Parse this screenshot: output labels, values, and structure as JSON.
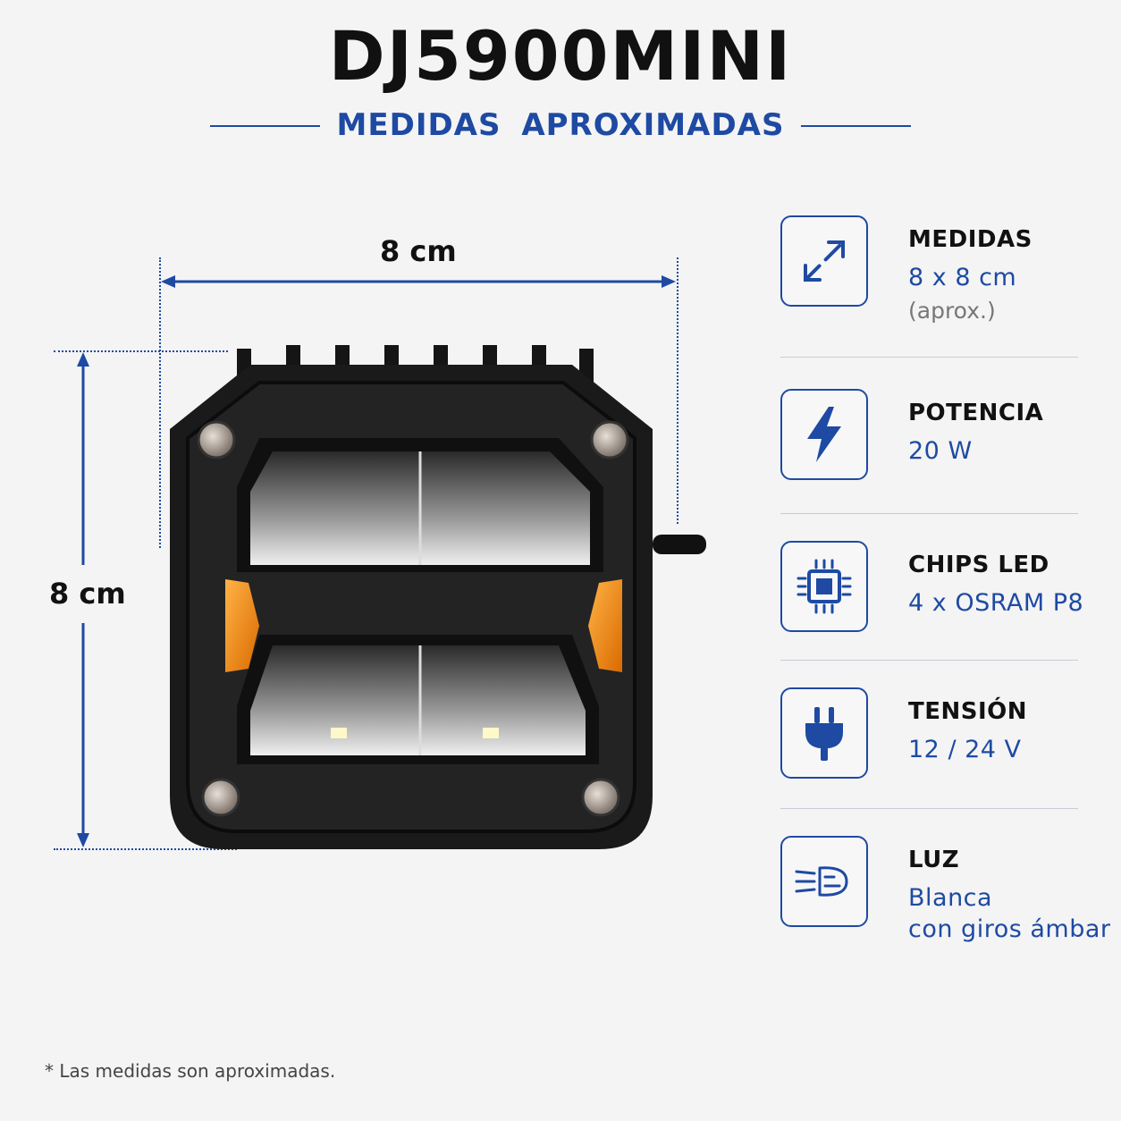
{
  "header": {
    "title": "DJ5900MINI",
    "subtitle": "MEDIDAS APROXIMADAS"
  },
  "dimensions": {
    "width_label": "8 cm",
    "height_label": "8 cm"
  },
  "specs": [
    {
      "icon": "resize-diagonal-icon",
      "label": "MEDIDAS",
      "value": "8 x 8 cm",
      "note": "(aprox.)"
    },
    {
      "icon": "lightning-bolt-icon",
      "label": "POTENCIA",
      "value": "20 W"
    },
    {
      "icon": "chip-icon",
      "label": "CHIPS LED",
      "value": "4 x OSRAM P8"
    },
    {
      "icon": "plug-icon",
      "label": "TENSIÓN",
      "value": "12 / 24 V"
    },
    {
      "icon": "headlight-beam-icon",
      "label": "LUZ",
      "value": "Blanca",
      "value2": "con giros ámbar"
    }
  ],
  "footnote": "* Las medidas son aproximadas.",
  "colors": {
    "accent": "#1e4aa3",
    "amber": "#f08a12",
    "housing": "#1c1c1c"
  }
}
